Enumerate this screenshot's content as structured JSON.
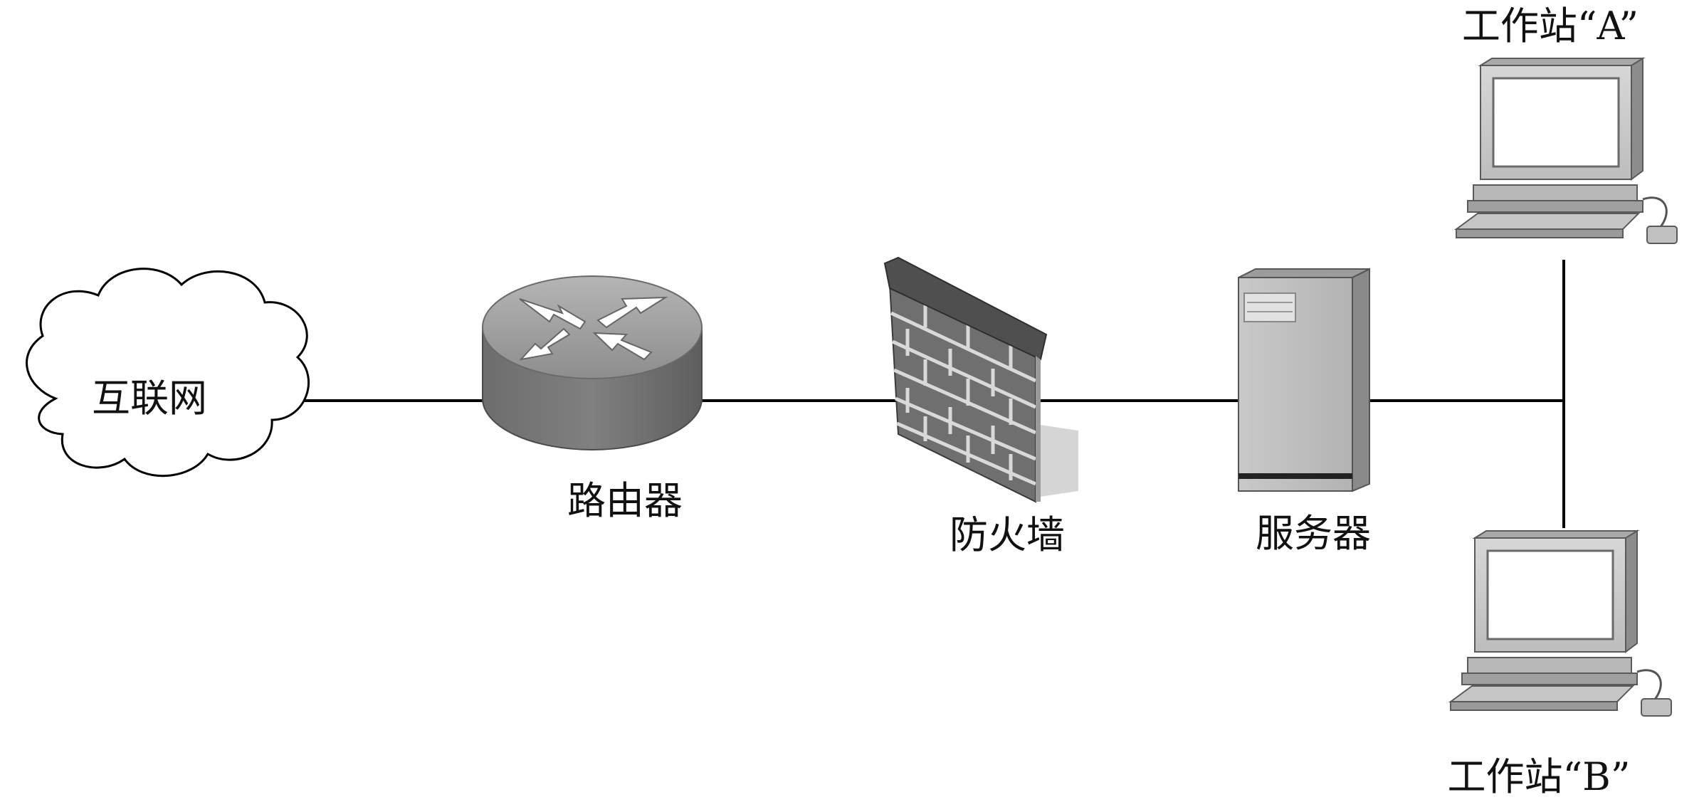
{
  "diagram": {
    "nodes": [
      {
        "id": "internet",
        "label": "互联网"
      },
      {
        "id": "router",
        "label": "路由器"
      },
      {
        "id": "firewall",
        "label": "防火墙"
      },
      {
        "id": "server",
        "label": "服务器"
      },
      {
        "id": "workstation_a",
        "label": "工作站“A”"
      },
      {
        "id": "workstation_b",
        "label": "工作站“B”"
      }
    ],
    "links": [
      [
        "internet",
        "router"
      ],
      [
        "router",
        "firewall"
      ],
      [
        "firewall",
        "server"
      ],
      [
        "server",
        "workstation_a"
      ],
      [
        "server",
        "workstation_b"
      ]
    ],
    "colors": {
      "line": "#000000",
      "label": "#111111"
    }
  }
}
